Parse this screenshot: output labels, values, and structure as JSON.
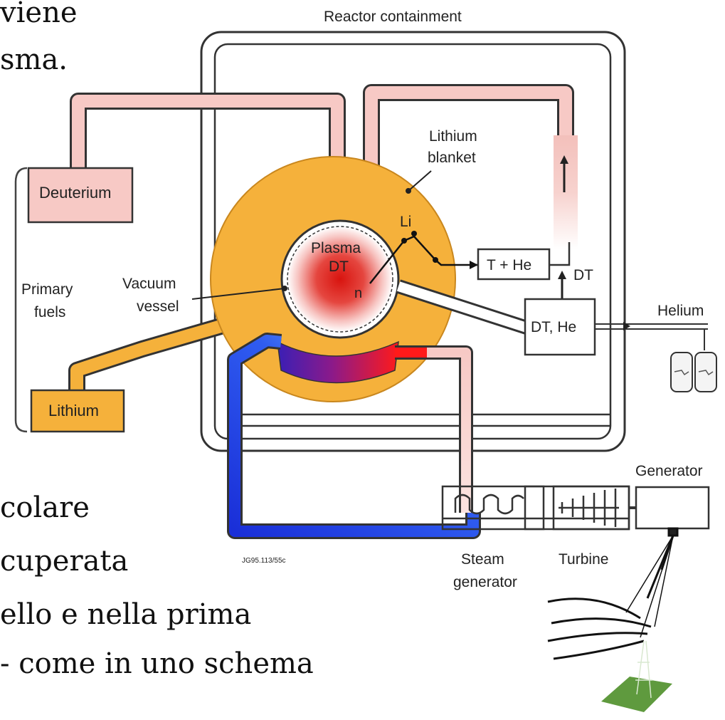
{
  "slide_text": {
    "top_lines": [
      "viene",
      "sma."
    ],
    "bottom_lines": [
      "colare",
      "cuperata",
      "ello e nella prima",
      "come in uno schema"
    ]
  },
  "diagram": {
    "reactor_containment": "Reactor containment",
    "lithium_blanket": [
      "Lithium",
      "blanket"
    ],
    "deuterium": "Deuterium",
    "lithium_box": "Lithium",
    "primary_fuels": [
      "Primary",
      "fuels"
    ],
    "vacuum_vessel": [
      "Vacuum",
      "vessel"
    ],
    "plasma": "Plasma",
    "plasma_dt": "DT",
    "neutron": "n",
    "li": "Li",
    "t_he": "T + He",
    "dt": "DT",
    "dt_he": "DT, He",
    "helium": "Helium",
    "generator": "Generator",
    "steam_generator": [
      "Steam",
      "generator"
    ],
    "turbine": "Turbine",
    "figure_id": "JG95.113/55c"
  },
  "colors": {
    "pipe_pink": "#f7c9c5",
    "blanket_orange": "#f5b13b",
    "plasma_red": "#e3241f",
    "cold_blue": "#1c2fd6",
    "steam_cyan": "#8fe8f5"
  }
}
